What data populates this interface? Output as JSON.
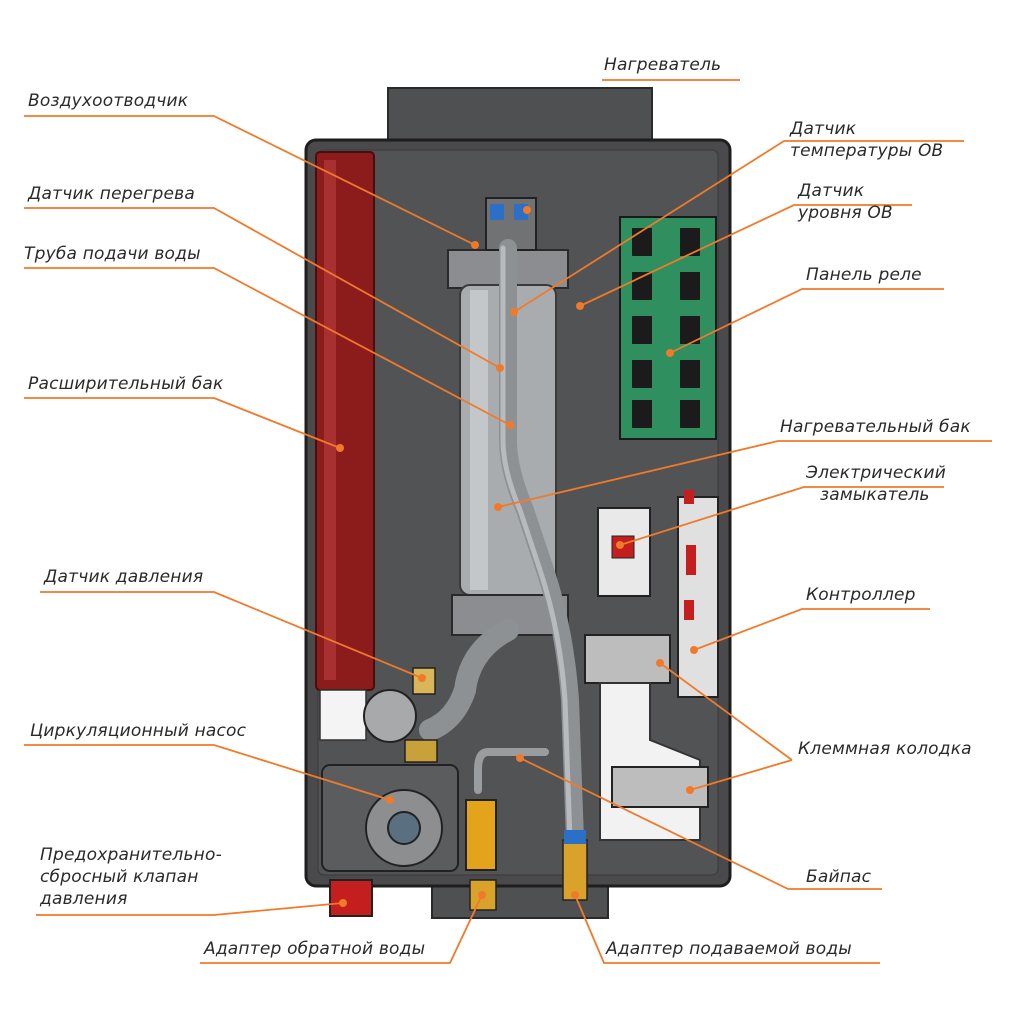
{
  "labels": {
    "heater": "Нагреватель",
    "air_vent": "Воздухоотводчик",
    "temp_sensor": [
      "Датчик",
      "температуры ОВ"
    ],
    "overheat_sensor": "Датчик перегрева",
    "level_sensor": [
      "Датчик",
      "уровня ОВ"
    ],
    "supply_pipe": "Труба подачи воды",
    "relay_panel": "Панель реле",
    "expansion_tank": "Расширительный бак",
    "heating_tank": "Нагревательный бак",
    "contactor": [
      "Электрический",
      "замыкатель"
    ],
    "pressure_sensor": "Датчик давления",
    "controller": "Контроллер",
    "circ_pump": "Циркуляционный насос",
    "terminal_block": "Клеммная колодка",
    "safety_valve": [
      "Предохранительно-",
      "сбросный клапан",
      "давления"
    ],
    "bypass": "Байпас",
    "return_adapter": "Адаптер обратной воды",
    "supply_adapter": "Адаптер подаваемой воды"
  },
  "colors": {
    "leader": "#f07a2a",
    "body": "#4a4a4c",
    "expansion": "#8c1c1c",
    "relay": "#2f8f5f",
    "tank": "#a9acaf"
  }
}
